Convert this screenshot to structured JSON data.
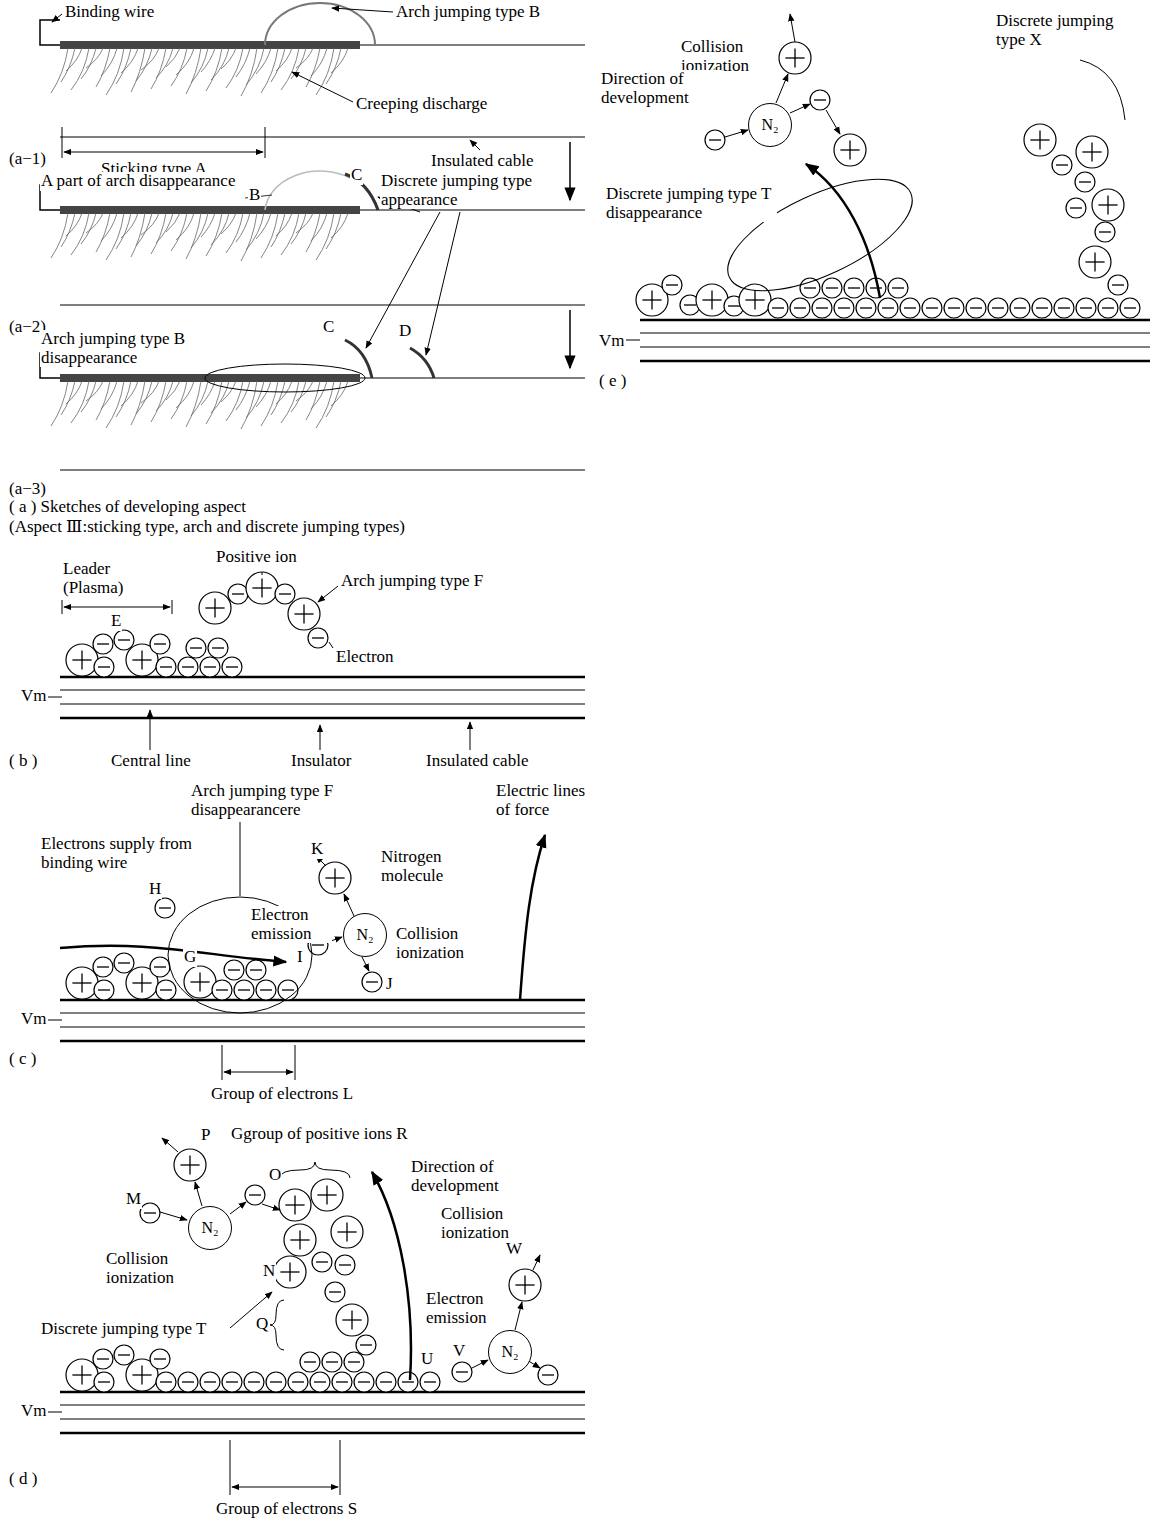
{
  "diagram": {
    "nodes": [
      {
        "text": [
          "N₂"
        ]
      },
      {
        "text": [
          "N₂"
        ]
      },
      {
        "text": [
          "N₂"
        ]
      },
      {
        "text": [
          "N₂"
        ]
      }
    ],
    "labels": [
      "Binding wire",
      "Arch jumping type B",
      "Creeping discharge",
      "Insulated cable",
      "(a−1)",
      "Sticking type A",
      "A part of arch disappearance",
      "B",
      "C",
      "Discrete jumping type appearance",
      "(a−2)",
      "Arch jumping type B disappearance",
      "C",
      "D",
      "(a−3)",
      "( a ) Sketches of developing aspect",
      "(Aspect Ⅲ:sticking type, arch and discrete jumping types)",
      "Leader (Plasma)",
      "E",
      "Positive ion",
      "Arch jumping type F",
      "Electron",
      "Vm",
      "( b )",
      "Central line",
      "Insulator",
      "Insulated cable",
      "Arch jumping type F disappearancere",
      "Electric lines of force",
      "Electrons supply from binding wire",
      "H",
      "K",
      "Nitrogen molecule",
      "Electron emission",
      "I",
      "Collision ionization",
      "G",
      "J",
      "Vm",
      "( c )",
      "Group of electrons L",
      "P",
      "Ggroup of positive ions R",
      "Direction of development",
      "O",
      "M",
      "Collision ionization",
      "N",
      "Collision ionization",
      "W",
      "Discrete jumping type T",
      "Q",
      "Electron emission",
      "U",
      "V",
      "Vm",
      "( d )",
      "Group of electrons S",
      "Collision ionization",
      "Discrete jumping type X",
      "Direction of development",
      "Discrete jumping type T disappearance",
      "Vm",
      "( e )"
    ]
  }
}
